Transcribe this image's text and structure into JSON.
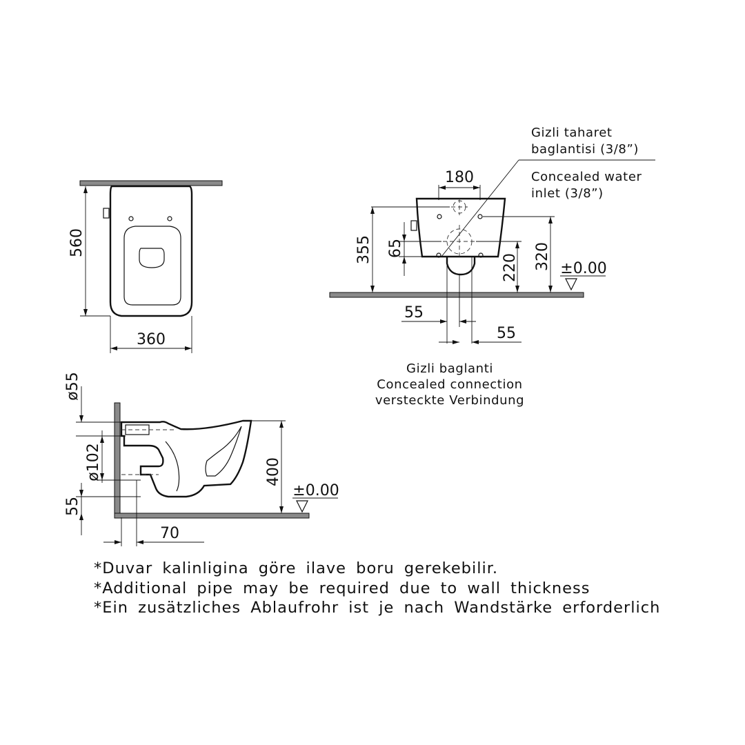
{
  "top_view": {
    "depth": "560",
    "width": "360"
  },
  "front_view": {
    "width_180": "180",
    "height_355": "355",
    "height_65": "65",
    "height_220": "220",
    "height_320": "320",
    "level": "±0.00",
    "offset_left": "55",
    "offset_right": "55",
    "water_inlet_tr_1": "Gizli taharet",
    "water_inlet_tr_2": "baglantisi (3/8”)",
    "water_inlet_en_1": "Concealed water",
    "water_inlet_en_2": "inlet (3/8”)",
    "connection_tr": "Gizli baglanti",
    "connection_en": "Concealed connection",
    "connection_de": "versteckte Verbindung"
  },
  "side_view": {
    "inlet_diameter": "ø55",
    "outlet_diameter": "ø102",
    "bottom_55": "55",
    "height_400": "400",
    "level": "±0.00",
    "depth_70": "70"
  },
  "notes": [
    "*Duvar kalinligina göre ilave boru gerekebilir.",
    "*Additional pipe may be required due to wall thickness",
    "*Ein zusätzliches Ablaufrohr ist je nach Wandstärke erforderlich"
  ]
}
